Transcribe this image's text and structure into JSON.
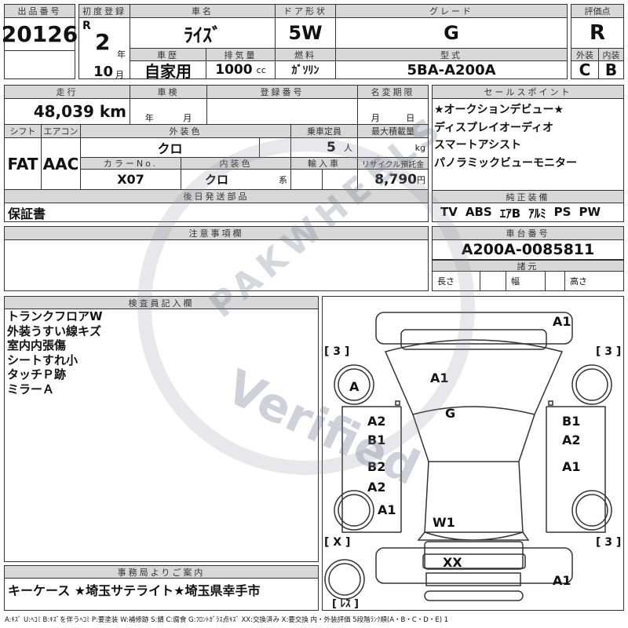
{
  "lot": {
    "label": "出品番号",
    "value": "20126"
  },
  "first_reg": {
    "label": "初度登録",
    "era": "R",
    "year": "2",
    "year_unit": "年",
    "month": "10",
    "month_unit": "月"
  },
  "car_name": {
    "label": "車名",
    "value": "ﾗｲｽﾞ"
  },
  "door": {
    "label": "ドア形状",
    "value": "5W"
  },
  "grade": {
    "label": "グレード",
    "value": "G"
  },
  "history": {
    "label": "車歴",
    "value": "自家用"
  },
  "displacement": {
    "label": "排気量",
    "value": "1000",
    "unit": "cc"
  },
  "fuel": {
    "label": "燃料",
    "value": "ｶﾞｿﾘﾝ"
  },
  "model": {
    "label": "型式",
    "value": "5BA-A200A"
  },
  "score": {
    "label": "評価点",
    "value": "R",
    "ext_label": "外装",
    "int_label": "内装",
    "ext": "C",
    "int": "B"
  },
  "mileage": {
    "label": "走行",
    "value": "48,039 km"
  },
  "inspection": {
    "label": "車検",
    "year_unit": "年",
    "month_unit": "月"
  },
  "reg_no": {
    "label": "登録番号"
  },
  "name_change": {
    "label": "名変期限",
    "month_unit": "月",
    "day_unit": "日"
  },
  "shift": {
    "label": "シフト",
    "value": "FAT"
  },
  "ac": {
    "label": "エアコン",
    "value": "AAC"
  },
  "ext_color": {
    "label": "外装色",
    "value": "クロ"
  },
  "capacity": {
    "label": "乗車定員",
    "value": "5",
    "unit": "人"
  },
  "max_load": {
    "label": "最大積載量",
    "unit": "kg"
  },
  "color_no": {
    "label": "カラーNo.",
    "value": "X07"
  },
  "int_color": {
    "label": "内装色",
    "value": "クロ",
    "unit": "系"
  },
  "import": {
    "label": "輸入車"
  },
  "recycle": {
    "label": "リサイクル預託金",
    "value": "8,790",
    "unit": "円"
  },
  "later_parts": {
    "label": "後日発送部品",
    "value": "保証書"
  },
  "sales_points": {
    "label": "セールスポイント",
    "items": [
      "★オークションデビュー★",
      "ディスプレイオーディオ",
      "スマートアシスト",
      "パノラミックビューモニター"
    ]
  },
  "equipment": {
    "label": "純正装備",
    "items": [
      "TV",
      "ABS",
      "ｴｱB",
      "ｱﾙﾐ",
      "PS",
      "PW"
    ]
  },
  "notes": {
    "label": "注意事項欄"
  },
  "chassis": {
    "label": "車台番号",
    "value": "A200A-0085811",
    "spec_label": "諸元",
    "length": "長さ",
    "width": "幅",
    "height": "高さ"
  },
  "inspector": {
    "label": "検査員記入欄",
    "lines": [
      "トランクフロアW",
      "外装うすい線キズ",
      "室内内張傷",
      "シートすれ小",
      "タッチＰ跡",
      "ミラーＡ"
    ]
  },
  "office": {
    "label": "事務局よりご案内",
    "value": "キーケース ★埼玉サテライト★埼玉県幸手市"
  },
  "diagram": {
    "marks": [
      "A1",
      "[ 3 ]",
      "[ 3 ]",
      "A",
      "A1",
      "G",
      "A2",
      "B1",
      "B1",
      "A2",
      "B2",
      "A2",
      "A1",
      "A1",
      "W1",
      "[ X ]",
      "[ 3 ]",
      "XX",
      "A1",
      "[ ﾚｽ ]"
    ]
  },
  "legend": "A:ｷｽﾞ U:ﾍｺﾐ B:ｷｽﾞを伴うﾍｺﾐ P:要塗装 W:補修跡 S:錆 C:腐食 G:ﾌﾛﾝﾄｶﾞﾗｽ点ｷｽﾞ XX:交換済み X:要交換 内・外装評価 5段階ﾗﾝｸ順(A・B・C・D・E) 1",
  "watermark": {
    "top": "PAKWHEELS",
    "bottom": "Verified"
  }
}
